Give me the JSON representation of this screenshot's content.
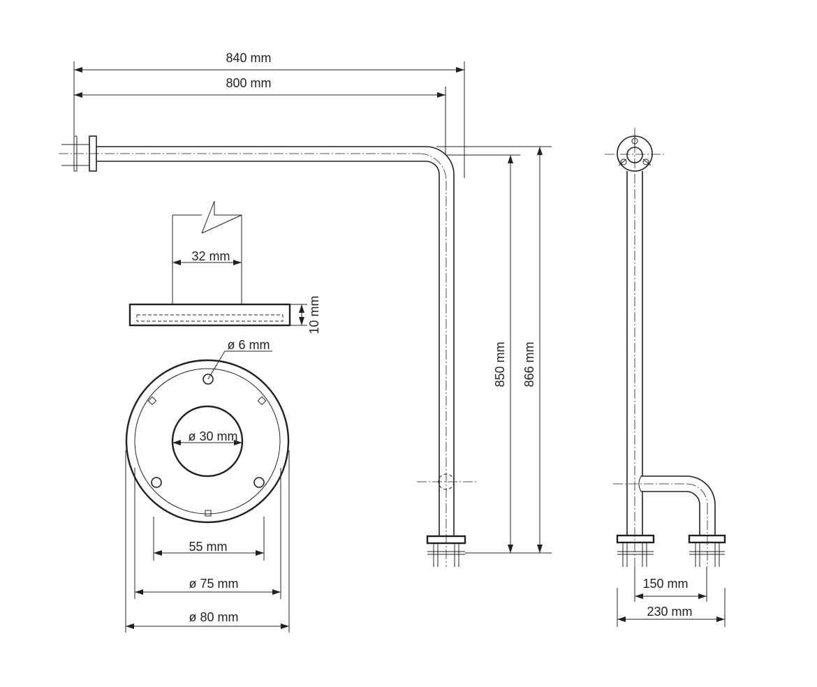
{
  "dimensions": {
    "total_length": "840 mm",
    "arm_length": "800 mm",
    "tube_diameter": "32 mm",
    "plate_thickness": "10 mm",
    "screw_hole": "ø 6 mm",
    "center_hole": "ø 30 mm",
    "hole_spacing": "55 mm",
    "bolt_circle": "ø 75 mm",
    "plate_diameter": "ø 80 mm",
    "height_axis": "850 mm",
    "height_total": "866 mm",
    "foot_spacing": "150 mm",
    "foot_width": "230 mm"
  },
  "colors": {
    "line": "#231f20",
    "background": "#ffffff"
  }
}
